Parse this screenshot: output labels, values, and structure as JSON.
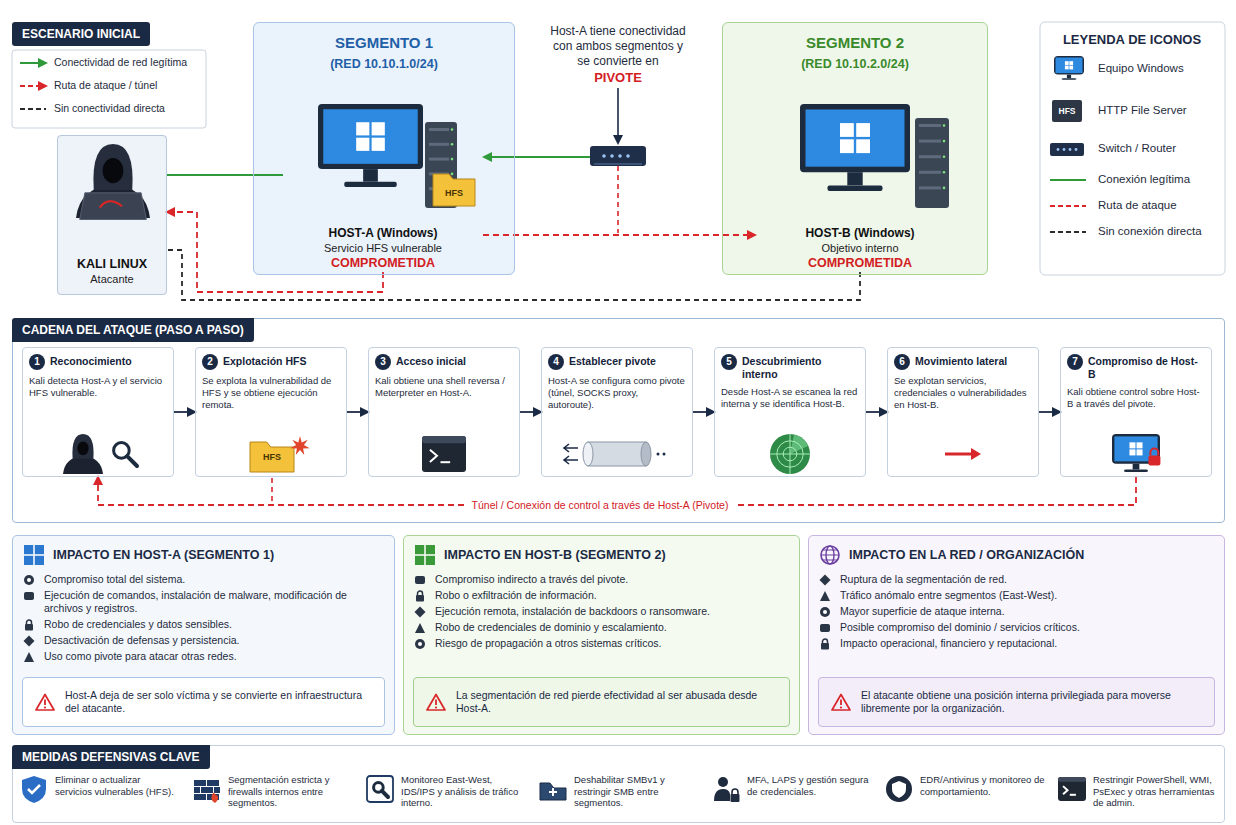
{
  "diagram": {
    "nodes": [
      {
        "text": [
          "KALI LINUX",
          "Atacante"
        ]
      },
      {
        "text": [
          "SEGMENTO 1",
          "(RED 10.10.1.0/24)"
        ]
      },
      {
        "text": [
          "HOST-A (Windows)",
          "Servicio HFS vulnerable",
          "COMPROMETIDA"
        ],
        "in": 1
      },
      {
        "text": [
          "SEGMENTO 2",
          "(RED 10.10.2.0/24)"
        ]
      },
      {
        "text": [
          "HOST-B (Windows)",
          "Objetivo interno",
          "COMPROMETIDA"
        ],
        "in": 3
      },
      {
        "text": [
          "CADENA DEL ATAQUE (PASO A PASO)"
        ]
      },
      {
        "text": [
          "1",
          "Reconocimiento",
          "Kali detecta Host-A y el servicio HFS vulnerable."
        ],
        "in": 5
      },
      {
        "text": [
          "2",
          "Explotación HFS",
          "Se explota la vulnerabilidad de HFS y se obtiene ejecución remota."
        ],
        "in": 5
      },
      {
        "text": [
          "3",
          "Acceso inicial",
          "Kali obtiene una shell reversa / Meterpreter en Host-A."
        ],
        "in": 5
      },
      {
        "text": [
          "4",
          "Establecer pivote",
          "Host-A se configura como pivote (túnel, SOCKS proxy, autoroute)."
        ],
        "in": 5
      },
      {
        "text": [
          "5",
          "Descubrimiento interno",
          "Desde Host-A se escanea la red interna y se identifica Host-B."
        ],
        "in": 5
      },
      {
        "text": [
          "6",
          "Movimiento lateral",
          "Se explotan servicios, credenciales o vulnerabilidades en Host-B."
        ],
        "in": 5
      },
      {
        "text": [
          "7",
          "Compromiso de Host-B",
          "Kali obtiene control sobre Host-B a través del pivote."
        ],
        "in": 5
      },
      {
        "text": [
          "IMPACTO EN HOST-A (SEGMENTO 1)",
          "Compromiso total del sistema.",
          "Ejecución de comandos, instalación de malware, modificación de archivos y registros.",
          "Robo de credenciales y datos sensibles.",
          "Desactivación de defensas y persistencia.",
          "Uso como pivote para atacar otras redes."
        ]
      },
      {
        "text": [
          "Host-A deja de ser solo víctima y se convierte en infraestructura del atacante."
        ],
        "in": 13
      },
      {
        "text": [
          "IMPACTO EN HOST-B (SEGMENTO 2)",
          "Compromiso indirecto a través del pivote.",
          "Robo o exfiltración de información.",
          "Ejecución remota, instalación de backdoors o ransomware.",
          "Robo de credenciales de dominio y escalamiento.",
          "Riesgo de propagación a otros sistemas críticos."
        ]
      },
      {
        "text": [
          "La segmentación de red pierde efectividad al ser abusada desde Host-A."
        ],
        "in": 15
      },
      {
        "text": [
          "IMPACTO EN LA RED / ORGANIZACIÓN",
          "Ruptura de la segmentación de red.",
          "Tráfico anómalo entre segmentos (East-West).",
          "Mayor superficie de ataque interna.",
          "Posible compromiso del dominio / servicios críticos.",
          "Impacto operacional, financiero y reputacional."
        ]
      },
      {
        "text": [
          "El atacante obtiene una posición interna privilegiada para moverse libremente por la organización."
        ],
        "in": 17
      },
      {
        "text": [
          "MEDIDAS DEFENSIVAS CLAVE",
          "Eliminar o actualizar servicios vulnerables (HFS).",
          "Segmentación estricta y firewalls internos entre segmentos.",
          "Monitoreo East-West, IDS/IPS y análisis de tráfico interno.",
          "Deshabilitar SMBv1 y restringir SMB entre segmentos.",
          "MFA, LAPS y gestión segura de credenciales.",
          "EDR/Antivirus y monitoreo de comportamiento.",
          "Restringir PowerShell, WMI, PsExec y otras herramientas de admin."
        ]
      }
    ],
    "edges": [
      {
        "from": 0,
        "to": 2,
        "arrow": "none"
      },
      {
        "from": 2,
        "to": 4,
        "arrow": "to"
      },
      {
        "from": 2,
        "to": 0,
        "arrow": "to"
      },
      {
        "from": 4,
        "to": 0,
        "arrow": "none"
      },
      {
        "from": 6,
        "to": 7,
        "arrow": "to"
      },
      {
        "from": 7,
        "to": 8,
        "arrow": "to"
      },
      {
        "from": 8,
        "to": 9,
        "arrow": "to"
      },
      {
        "from": 9,
        "to": 10,
        "arrow": "to"
      },
      {
        "from": 10,
        "to": 11,
        "arrow": "to"
      },
      {
        "from": 11,
        "to": 12,
        "arrow": "to"
      },
      {
        "from": 12,
        "to": 6,
        "arrow": "to",
        "label": "Túnel / Conexión de control a través de Host-A (Pivote)"
      }
    ],
    "labels": [
      "ESCENARIO INICIAL",
      "Host-A tiene conectividad con ambos segmentos y se convierte en",
      "PIVOTE",
      "LEYENDA DE ICONOS",
      "HFS",
      "HFS",
      "HFS"
    ],
    "legend": [
      {
        "text": "Conectividad de red legítima"
      },
      {
        "text": "Ruta de ataque / túnel"
      },
      {
        "text": "Sin conectividad directa"
      },
      {
        "text": "Equipo Windows"
      },
      {
        "text": "HTTP File Server"
      },
      {
        "text": "Switch / Router"
      },
      {
        "text": "Conexión legítima"
      },
      {
        "text": "Ruta de ataque"
      },
      {
        "text": "Sin conexión directa"
      }
    ]
  }
}
